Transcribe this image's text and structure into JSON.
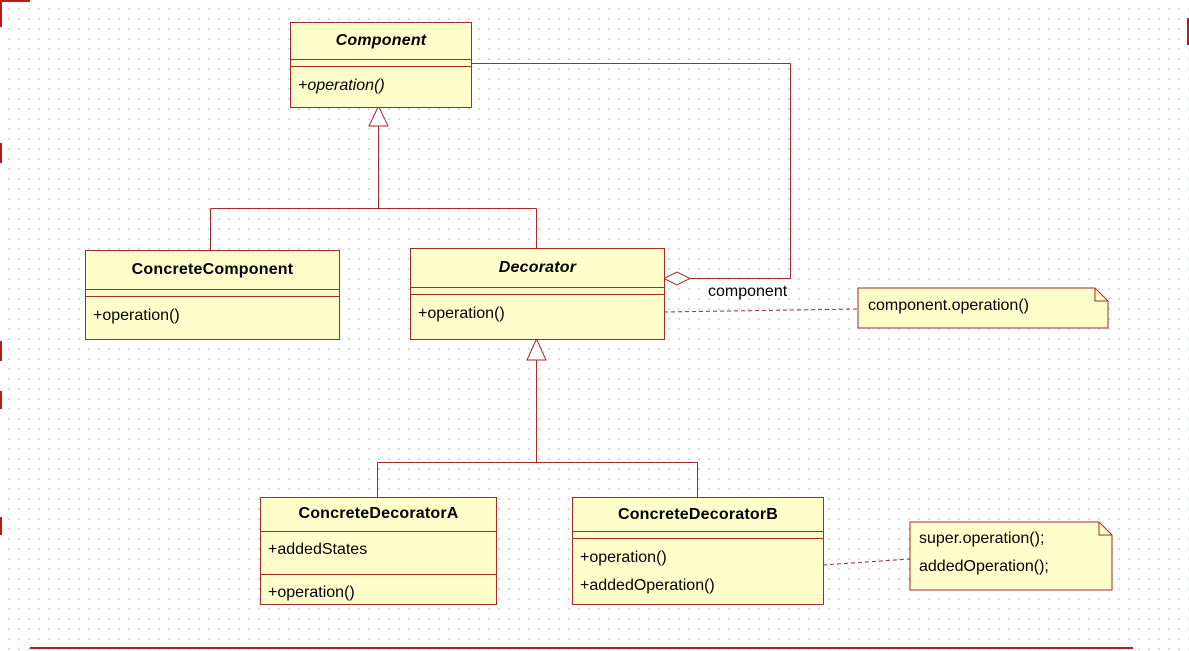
{
  "diagram": {
    "type": "uml-class-diagram",
    "pattern": "Decorator",
    "colors": {
      "box_fill": "#FFFFCC",
      "box_border": "#A52A2A",
      "connector": "#A52A2A",
      "note_fill": "#FFFFCC",
      "text": "#000000",
      "canvas": "#FFFFFF"
    },
    "classes": {
      "component": {
        "name": "Component",
        "abstract": true,
        "attributes": [],
        "methods": [
          "+operation()"
        ]
      },
      "concreteComponent": {
        "name": "ConcreteComponent",
        "abstract": false,
        "attributes": [],
        "methods": [
          "+operation()"
        ]
      },
      "decorator": {
        "name": "Decorator",
        "abstract": true,
        "attributes": [],
        "methods": [
          "+operation()"
        ]
      },
      "concreteDecoratorA": {
        "name": "ConcreteDecoratorA",
        "abstract": false,
        "attributes": [
          "+addedStates"
        ],
        "methods": [
          "+operation()"
        ]
      },
      "concreteDecoratorB": {
        "name": "ConcreteDecoratorB",
        "abstract": false,
        "attributes": [],
        "methods": [
          "+operation()",
          "+addedOperation()"
        ]
      }
    },
    "notes": {
      "decoratorNote": {
        "line1": "component.operation()"
      },
      "decoratorBNote": {
        "line1": "super.operation();",
        "line2": "addedOperation();"
      }
    },
    "edges": {
      "aggregationLabel": "component",
      "relationships": [
        {
          "type": "generalization",
          "from": "ConcreteComponent",
          "to": "Component"
        },
        {
          "type": "generalization",
          "from": "Decorator",
          "to": "Component"
        },
        {
          "type": "generalization",
          "from": "ConcreteDecoratorA",
          "to": "Decorator"
        },
        {
          "type": "generalization",
          "from": "ConcreteDecoratorB",
          "to": "Decorator"
        },
        {
          "type": "aggregation",
          "from": "Decorator",
          "to": "Component",
          "label": "component"
        },
        {
          "type": "note-attachment",
          "from": "decoratorNote",
          "to": "Decorator"
        },
        {
          "type": "note-attachment",
          "from": "decoratorBNote",
          "to": "ConcreteDecoratorB"
        }
      ]
    }
  }
}
